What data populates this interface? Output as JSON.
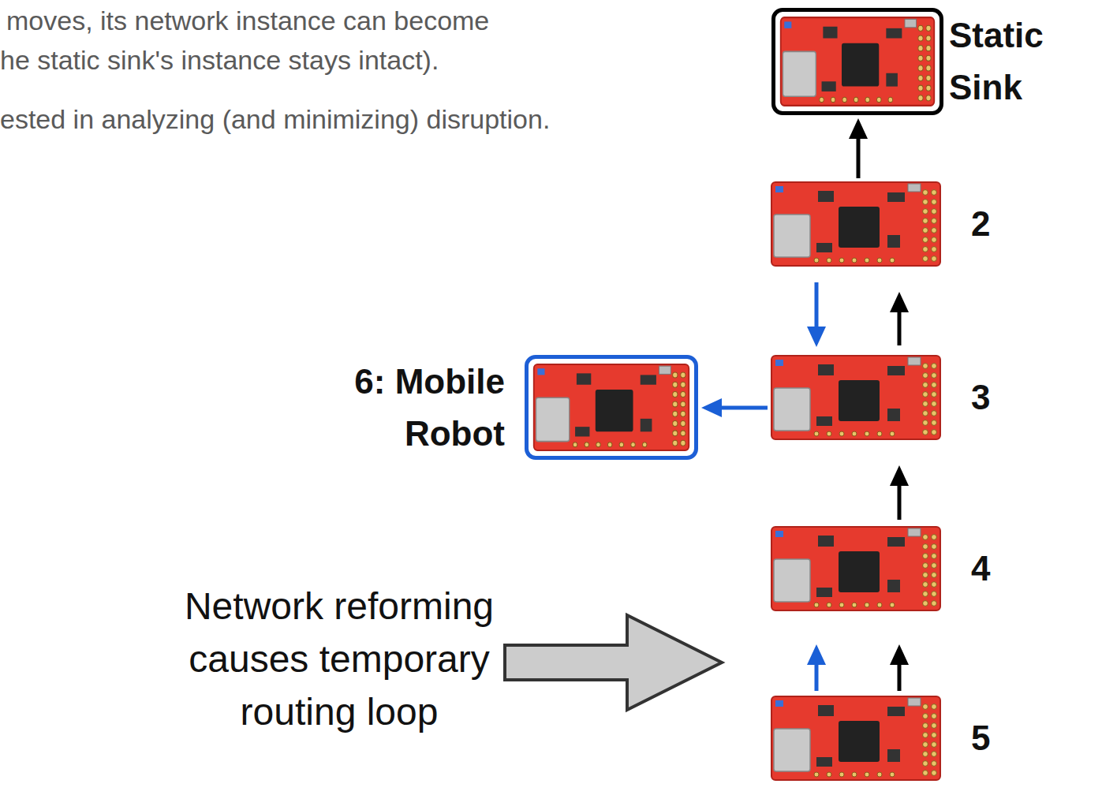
{
  "diagram": {
    "nodes": [
      {
        "text": [
          "Static Sink"
        ]
      },
      {
        "text": [
          "2"
        ]
      },
      {
        "text": [
          "6: Mobile Robot"
        ]
      },
      {
        "text": [
          "3"
        ]
      },
      {
        "text": [
          "4"
        ]
      },
      {
        "text": [
          "5"
        ]
      }
    ],
    "edges": [
      {
        "from": 1,
        "to": 0,
        "arrow": "to"
      },
      {
        "from": 1,
        "to": 3,
        "arrow": "to"
      },
      {
        "from": 3,
        "to": 1,
        "arrow": "to"
      },
      {
        "from": 3,
        "to": 2,
        "arrow": "to"
      },
      {
        "from": 4,
        "to": 3,
        "arrow": "to"
      },
      {
        "from": 5,
        "to": 4,
        "arrow": "to"
      },
      {
        "from": 5,
        "to": 4,
        "arrow": "to"
      }
    ],
    "labels": [
      "moves, its network instance can become",
      "he static sink's instance stays intact).",
      "ested in analyzing (and minimizing) disruption.",
      "Network reforming causes temporary routing loop"
    ]
  }
}
